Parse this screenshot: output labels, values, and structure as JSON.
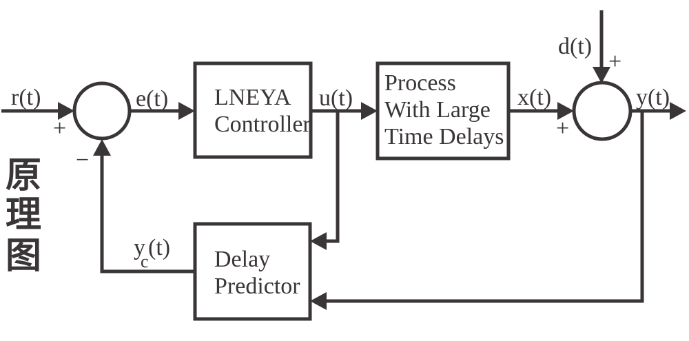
{
  "colors": {
    "ink": "#3a3536",
    "paper": "#ffffff"
  },
  "side_label": {
    "text": "原理图",
    "chars": [
      "原",
      "理",
      "图"
    ]
  },
  "signals": {
    "r": "r(t)",
    "e": "e(t)",
    "u": "u(t)",
    "x": "x(t)",
    "y": "y(t)",
    "d": "d(t)",
    "yc_base": "y",
    "yc_sub": "c",
    "yc_paren": "(t)"
  },
  "signs": {
    "input_plus": "+",
    "feedback_minus": "−",
    "disturbance_plus": "+",
    "process_plus": "+"
  },
  "blocks": {
    "controller": {
      "lines": [
        "LNEYA",
        "Controller"
      ]
    },
    "process": {
      "lines": [
        "Process",
        "With Large",
        "Time Delays"
      ]
    },
    "predictor": {
      "lines": [
        "Delay",
        "Predictor"
      ]
    }
  }
}
